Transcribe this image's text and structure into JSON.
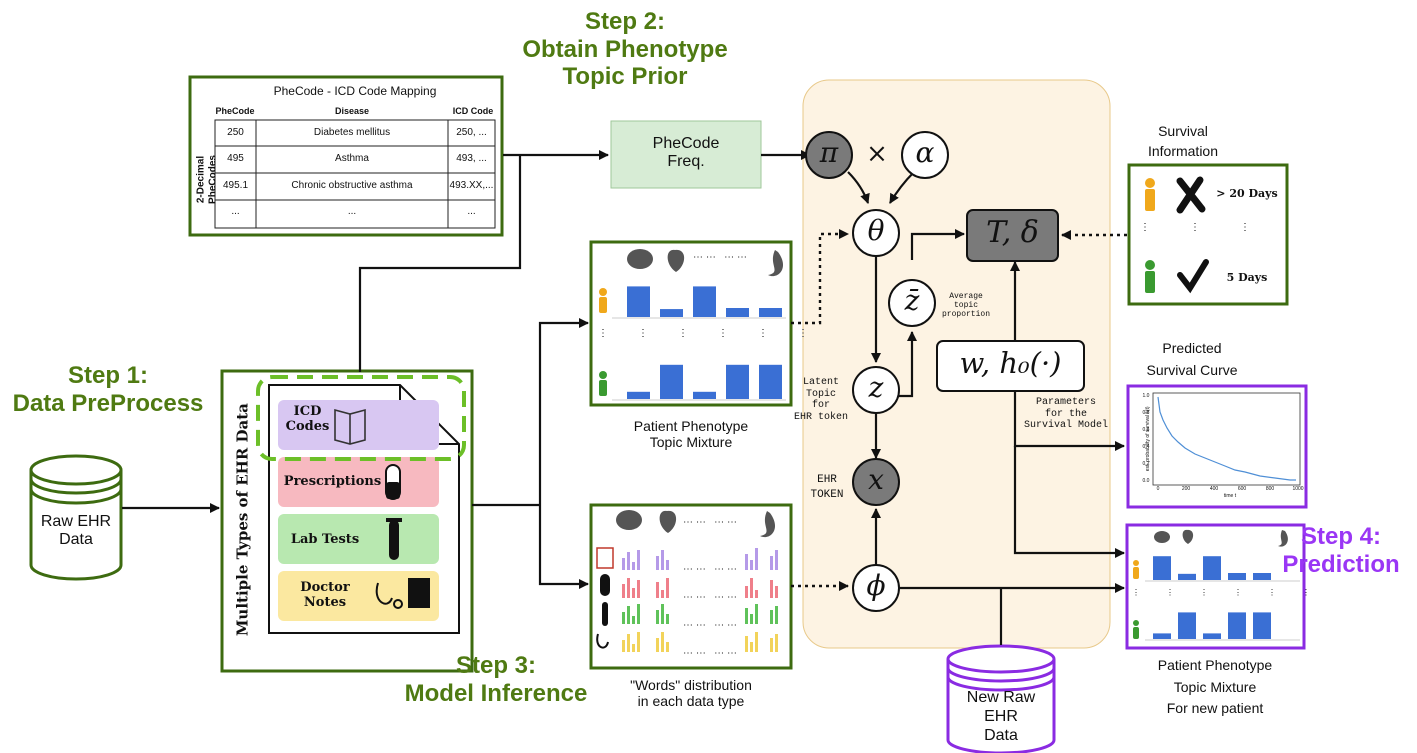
{
  "steps": {
    "step1": [
      "Step 1:",
      "Data PreProcess"
    ],
    "step2": [
      "Step 2:",
      "Obtain Phenotype",
      "Topic Prior"
    ],
    "step3": [
      "Step 3:",
      "Model Inference"
    ],
    "step4": [
      "Step 4:",
      "Prediction"
    ]
  },
  "mapping_table": {
    "title": "PheCode - ICD Code Mapping",
    "side_label": [
      "2-Decimal",
      "PheCodes"
    ],
    "headers": [
      "PheCode",
      "Disease",
      "ICD Code"
    ],
    "rows": [
      [
        "250",
        "Diabetes mellitus",
        "250, ..."
      ],
      [
        "495",
        "Asthma",
        "493, ..."
      ],
      [
        "495.1",
        "Chronic obstructive asthma",
        "493.XX,..."
      ],
      [
        "...",
        "...",
        "..."
      ]
    ]
  },
  "phecode_freq": [
    "PheCode",
    "Freq."
  ],
  "raw_ehr": [
    "Raw EHR",
    "Data"
  ],
  "new_raw_ehr": [
    "New Raw",
    "EHR",
    "Data"
  ],
  "ehr_types": {
    "vertical_label": "Multiple Types of EHR Data",
    "items": [
      {
        "label": [
          "ICD",
          "Codes"
        ],
        "color": "#d8c7f2"
      },
      {
        "label": [
          "Prescriptions"
        ],
        "color": "#f7b9c0"
      },
      {
        "label": [
          "Lab Tests"
        ],
        "color": "#b8e8b0"
      },
      {
        "label": [
          "Doctor",
          "Notes"
        ],
        "color": "#fbe8a0"
      }
    ]
  },
  "captions": {
    "patient_mixture": [
      "Patient Phenotype",
      "Topic Mixture"
    ],
    "words_dist": [
      "\"Words\" distribution",
      "in each data type"
    ],
    "new_patient_mixture": [
      "Patient Phenotype",
      "Topic Mixture",
      "For new patient"
    ],
    "survival_info": [
      "Survival",
      "Information"
    ],
    "predicted_curve": [
      "Predicted",
      "Survival Curve"
    ]
  },
  "model": {
    "nodes": {
      "pi": "π",
      "alpha": "α",
      "theta": "θ",
      "zbar": "z̄",
      "z": "z",
      "x": "x",
      "phi": "ϕ",
      "times": "×"
    },
    "T_delta": "T,  δ",
    "w_h0": "w,  h₀(·)",
    "latent_label": [
      "Latent",
      "Topic",
      "for",
      "EHR token"
    ],
    "ehr_token_label": [
      "EHR",
      "TOKEN"
    ],
    "avg_label": [
      "Average",
      "topic",
      "proportion"
    ],
    "params_label": [
      "Parameters",
      "for the",
      "Survival Model"
    ]
  },
  "survival_table": {
    "rows": [
      {
        "mark": "✘",
        "value": "> 20 Days",
        "icon_color": "#f0a81b"
      },
      {
        "mark": "✔",
        "value": "5 Days",
        "icon_color": "#3a9a30"
      }
    ]
  },
  "bars_top": [
    [
      0.85,
      0.22,
      0.85,
      0.25,
      0.25
    ],
    [
      0.2,
      0.95,
      0.2,
      0.95,
      0.95
    ]
  ],
  "curve_chart": {
    "x_ticks": [
      "0",
      "200",
      "400",
      "600",
      "800",
      "1000"
    ],
    "y_ticks": [
      "0.0",
      "0.2",
      "0.4",
      "0.6",
      "0.8",
      "1.0"
    ],
    "xlabel": "time t",
    "ylabel": "est. probability of survival ŝ(t)"
  },
  "colors": {
    "green": "#4f7a12",
    "purple": "#9a36f5",
    "bar_blue": "#3a6fd4",
    "model_bg": "#fdf3e3"
  }
}
